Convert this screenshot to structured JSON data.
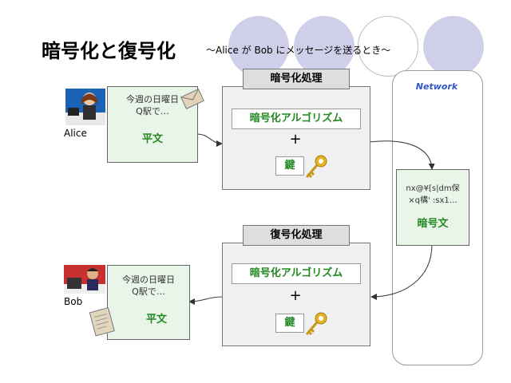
{
  "title": "暗号化と復号化",
  "subtitle": "～Alice が Bob にメッセージを送るとき～",
  "network_label": "Network",
  "encrypt": {
    "title": "暗号化処理",
    "algorithm": "暗号化アルゴリズム",
    "plus": "+",
    "key": "鍵"
  },
  "decrypt": {
    "title": "復号化処理",
    "algorithm": "暗号化アルゴリズム",
    "plus": "+",
    "key": "鍵"
  },
  "alice": {
    "name": "Alice",
    "line1": "今週の日曜日",
    "line2": "Q駅で…",
    "label": "平文"
  },
  "bob": {
    "name": "Bob",
    "line1": "今週の日曜日",
    "line2": "Q駅で…",
    "label": "平文"
  },
  "ciphertext": {
    "line1": "nx@¥[s|dm保",
    "line2": "×q構' :sx1…",
    "label": "暗号文"
  },
  "colors": {
    "circle_fill": "#cfcfea",
    "accent_green": "#228822",
    "network_blue": "#3355cc"
  }
}
